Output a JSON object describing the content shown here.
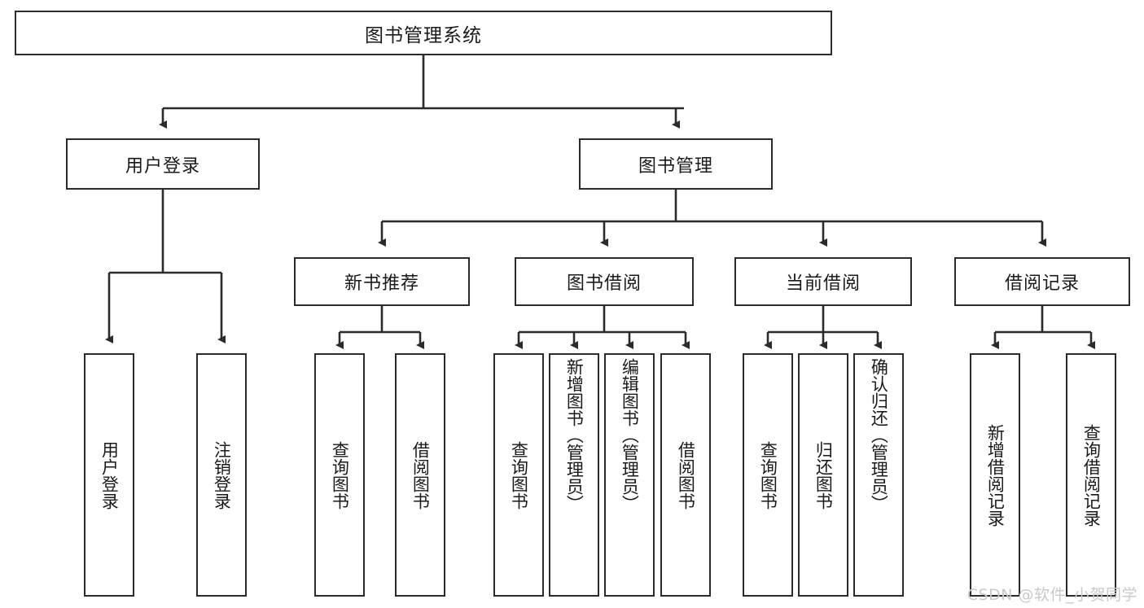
{
  "diagram": {
    "title": "图书管理系统",
    "watermark": "CSDN @软件_小贺同学",
    "root": {
      "label": "图书管理系统"
    },
    "level1": [
      {
        "label": "用户登录"
      },
      {
        "label": "图书管理"
      }
    ],
    "level2": [
      {
        "label": "新书推荐"
      },
      {
        "label": "图书借阅"
      },
      {
        "label": "当前借阅"
      },
      {
        "label": "借阅记录"
      }
    ],
    "leaves": {
      "user_login": [
        {
          "label": "用户登录"
        },
        {
          "label": "注销登录"
        }
      ],
      "new_book_recommend": [
        {
          "label": "查询图书"
        },
        {
          "label": "借阅图书"
        }
      ],
      "book_borrow": [
        {
          "label": "查询图书"
        },
        {
          "label": "新增图书（管理员）"
        },
        {
          "label": "编辑图书（管理员）"
        },
        {
          "label": "借阅图书"
        }
      ],
      "current_borrow": [
        {
          "label": "查询图书"
        },
        {
          "label": "归还图书"
        },
        {
          "label": "确认归还（管理员）"
        }
      ],
      "borrow_record": [
        {
          "label": "新增借阅记录"
        },
        {
          "label": "查询借阅记录"
        }
      ]
    },
    "colors": {
      "stroke": "#2b2b2b",
      "fill": "#ffffff",
      "text": "#1a1a1a",
      "watermark": "#c9c9c9"
    }
  }
}
